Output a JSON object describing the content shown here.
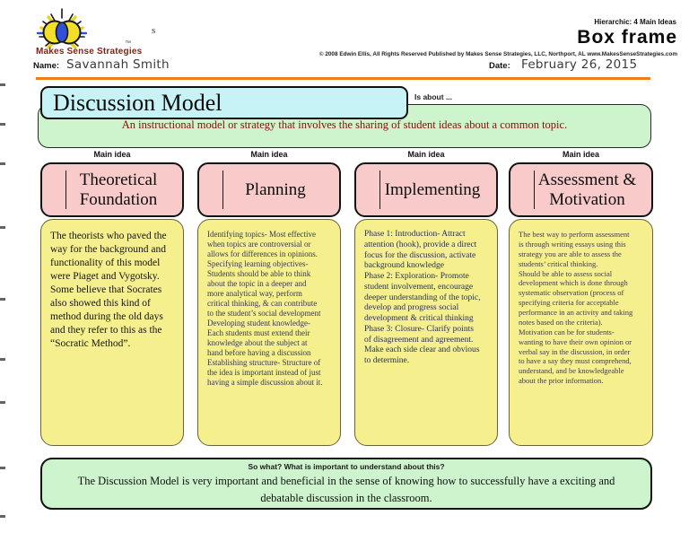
{
  "page": {
    "brand": "Makes Sense Strategies",
    "trademark": "™",
    "stray_letter": "s",
    "hierarchic_label": "Hierarchic: 4 Main Ideas",
    "frame_title": "Box frame",
    "copyright": "© 2008 Edwin Ellis, All Rights Reserved   Published by Makes Sense Strategies, LLC, Northport, AL   www.MakesSenseStrategies.com"
  },
  "form": {
    "name_label": "Name:",
    "name_value": "Savannah Smith",
    "date_label": "Date:",
    "date_value": "February 26, 2015"
  },
  "topic": {
    "title": "Discussion Model",
    "is_about": "Is about ...",
    "description": "An instructional model or strategy that involves the sharing of student ideas about a common topic."
  },
  "main_idea_label": "Main idea",
  "columns": [
    {
      "heading": "Theoretical\nFoundation",
      "body": "The theorists who paved the\nway for the background and\nfunctionality of this model\nwere Piaget and Vygotsky.\nSome believe that Socrates\nalso showed this kind of\nmethod during the old days\nand they refer to this as the\n“Socratic Method”."
    },
    {
      "heading": "Planning",
      "body": "Identifying topics- Most effective\nwhen topics are controversial or\nallows for differences in opinions.\nSpecifying learning objectives-\nStudents should be able to think\nabout the topic in a deeper and\nmore analytical way, perform\ncritical thinking, & can contribute\nto the student’s social development\nDeveloping student knowledge-\nEach students must extend their\nknowledge about the subject at\nhand before having a discussion\nEstablishing structure- Structure of\nthe idea is important instead of just\nhaving a simple discussion about it."
    },
    {
      "heading": "Implementing",
      "body": "Phase 1: Introduction- Attract\nattention (hook), provide a direct\nfocus for the discussion, activate\nbackground knowledge\nPhase 2: Exploration- Promote\nstudent involvement, encourage\ndeeper understanding of the topic,\ndevelop and progress social\ndevelopment & critical thinking\nPhase 3: Closure- Clarify points\nof disagreement and agreement.\nMake each side clear and obvious\nto determine."
    },
    {
      "heading": "Assessment &\nMotivation",
      "body": "The best way to perform assessment\nis through writing essays using this\nstrategy you are able to assess the\nstudents’ critical thinking.\nShould be able to assess social\ndevelopment which is done through\nsystematic observation (process of\nspecifying criteria for acceptable\nperformance in an activity and taking\nnotes based on the criteria).\nMotivation can be for students-\nwanting to have their own opinion or\nverbal say in the discussion, in order\nto have a say they must comprehend,\nunderstand, and be knowledgeable\nabout the prior information."
    }
  ],
  "so_what": {
    "prompt": "So what? What is important to understand about this?",
    "conclusion": "The Discussion Model is very important and beneficial in the sense of knowing how to successfully have a exciting and\ndebatable discussion in the classroom."
  },
  "colors": {
    "accent_orange": "#ed7d17",
    "title_fill": "#c7f3f7",
    "main_idea_fill": "#f8caca",
    "detail_fill": "#f5ef8e",
    "summary_fill": "#cdf4cc",
    "brand_red": "#8a1c12",
    "description_text": "#8b0c04"
  }
}
